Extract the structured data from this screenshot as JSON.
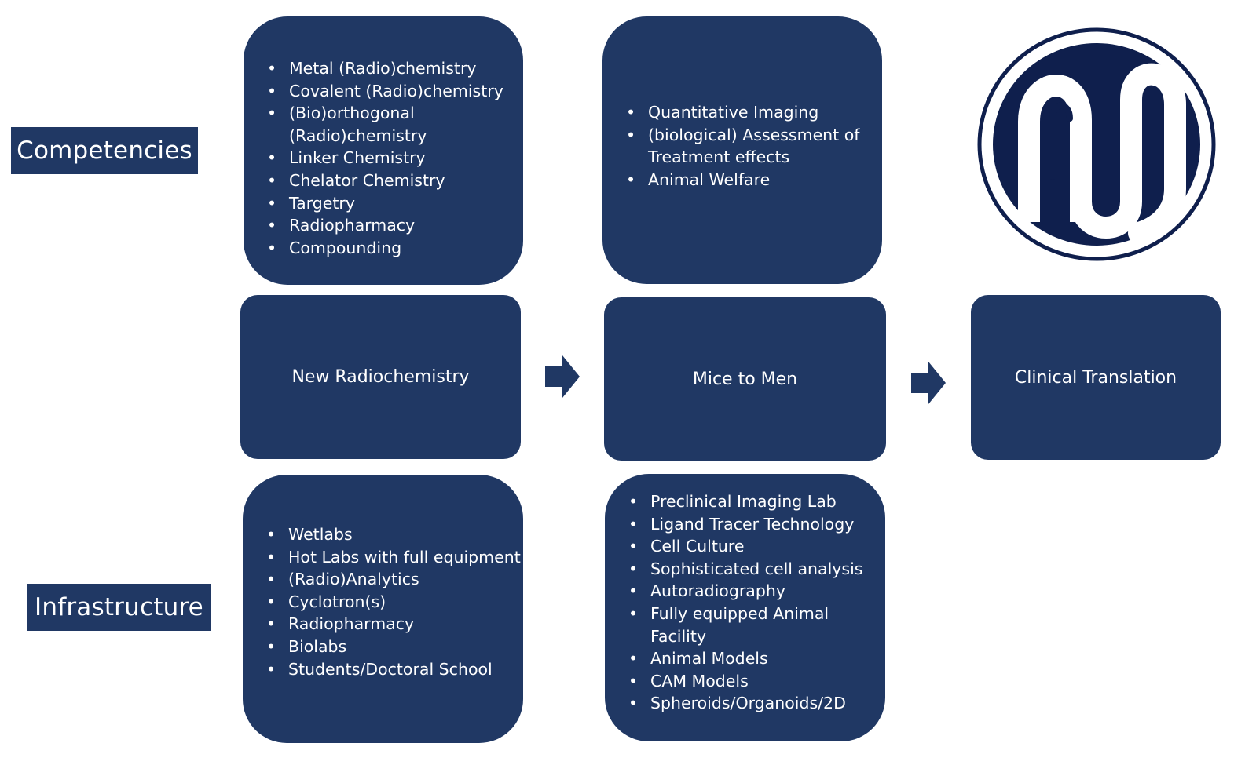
{
  "labels": {
    "competencies": "Competencies",
    "infrastructure": "Infrastructure"
  },
  "competencies_chem": [
    "Metal (Radio)chemistry",
    "Covalent (Radio)chemistry",
    "(Bio)orthogonal (Radio)chemistry",
    "Linker Chemistry",
    "Chelator Chemistry",
    "Targetry",
    "Radiopharmacy",
    "Compounding"
  ],
  "competencies_bio": [
    "Quantitative Imaging",
    "(biological) Assessment of Treatment effects",
    "Animal Welfare"
  ],
  "stages": {
    "new_radiochemistry": "New Radiochemistry",
    "mice_to_men": "Mice to Men",
    "clinical_translation": "Clinical Translation"
  },
  "infrastructure_chem": [
    "Wetlabs",
    "Hot Labs with full equipment",
    "(Radio)Analytics",
    "Cyclotron(s)",
    "Radiopharmacy",
    "Biolabs",
    "Students/Doctoral School"
  ],
  "infrastructure_bio": [
    "Preclinical Imaging Lab",
    "Ligand Tracer Technology",
    "Cell Culture",
    "Sophisticated cell analysis",
    "Autoradiography",
    "Fully equipped Animal Facility",
    "Animal Models",
    "CAM Models",
    "Spheroids/Organoids/2D"
  ],
  "icons": {
    "arrow": "right-arrow-icon",
    "logo": "logo-emblem"
  },
  "colors": {
    "navy": "#203864",
    "text": "#ffffff",
    "logo_navy": "#0f1f4d"
  }
}
